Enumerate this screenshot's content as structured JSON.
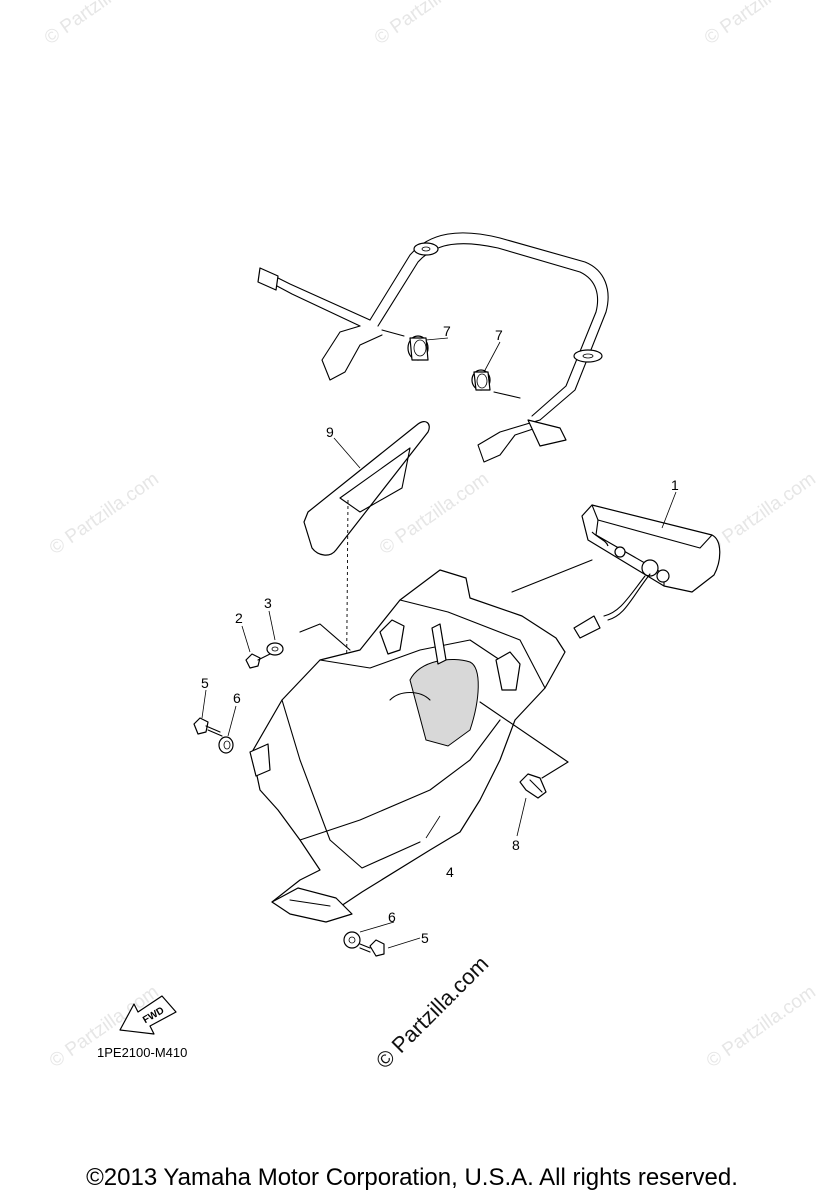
{
  "watermark_text": "© Partzilla.com",
  "callouts": {
    "c1": "1",
    "c2": "2",
    "c3": "3",
    "c4": "4",
    "c5a": "5",
    "c5b": "5",
    "c6a": "6",
    "c6b": "6",
    "c7a": "7",
    "c7b": "7",
    "c8": "8",
    "c9": "9"
  },
  "fwd_label": "FWD",
  "diagram_code": "1PE2100-M410",
  "copyright": "©2013 Yamaha Motor Corporation, U.S.A. All rights reserved."
}
